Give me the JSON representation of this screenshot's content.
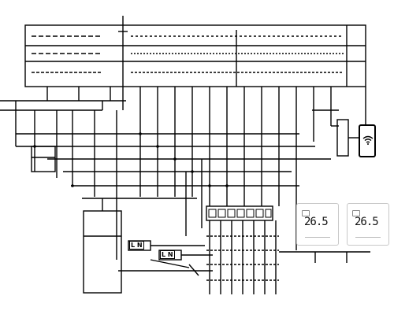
{
  "terminals": {
    "left_block_1": [
      "L",
      "N"
    ],
    "left_block_2": [
      "L",
      "N"
    ]
  },
  "thermostats": [
    {
      "display": "26.5"
    },
    {
      "display": "26.5"
    }
  ],
  "icons": {
    "wifi": "wifi-icon",
    "phone": "smartphone-icon"
  },
  "colors": {
    "line": "#000000",
    "background": "#ffffff",
    "thermostat_border": "#c8c8c8"
  }
}
